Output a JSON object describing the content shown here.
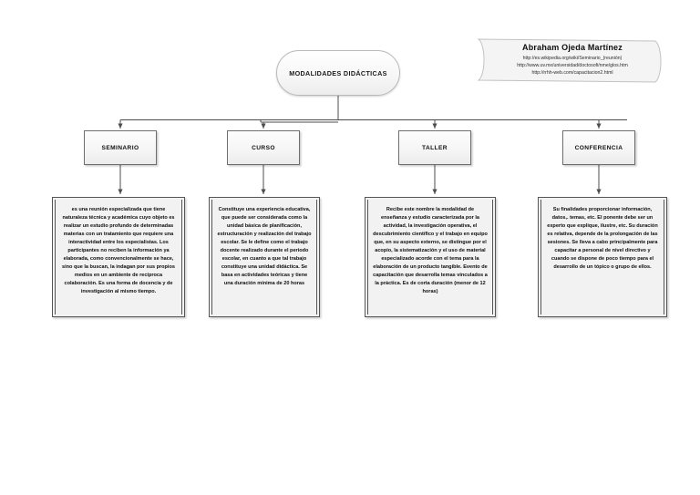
{
  "diagram": {
    "root": {
      "label": "MODALIDADES DIDÁCTICAS"
    },
    "categories": [
      {
        "label": "SEMINARIO"
      },
      {
        "label": "CURSO"
      },
      {
        "label": "TALLER"
      },
      {
        "label": "CONFERENCIA"
      }
    ],
    "descriptions": [
      {
        "for": "SEMINARIO",
        "text": "es una reunión especializada que tiene naturaleza técnica y académica cuyo objeto es realizar un estudio profundo de determinadas materias con un tratamiento que requiere una interactividad entre los especialistas. Los participantes no reciben la información ya elaborada, como convencionalmente se hace, sino que la buscan, la indagan por sus propios medios en un ambiente de recíproca colaboración. Es una forma de docencia y de investigación al mismo tiempo."
      },
      {
        "for": "CURSO",
        "text": "Constituye una experiencia educativa, que puede ser considerada como la unidad básica de planificación, estructuración y realización del trabajo escolar. Se le define como el trabajo docente realizado durante el periodo escolar, en cuanto a que tal trabajo constituye una unidad didáctica. Se basa en actividades teóricas y tiene una duración mínima de 20 horas"
      },
      {
        "for": "TALLER",
        "text": "Recibe este nombre la modalidad de enseñanza y estudio caracterizada por la actividad, la investigación operativa, el descubrimiento científico y el trabajo en equipo que, en su aspecto externo, se distingue por el acopio, la sistematización y el uso de material especializado acorde con el tema para la elaboración de un producto tangible. Evento de capacitación que desarrolla temas vinculados a la práctica. Es de corta duración (menor de 12 horas)"
      },
      {
        "for": "CONFERENCIA",
        "text": "Su finalidades proporcionar información, datos,. temas, etc. El ponente debe ser un experto que explique, ilustre, etc. Su duración es relativa, depende de la prolongación de las sesiones. Se lleva a cabo principalmente para capacitar a personal de nivel directivo y cuando se dispone de poco tiempo para el desarrollo de un tópico o grupo de ellos."
      }
    ]
  },
  "banner": {
    "author": "Abraham Ojeda Martínez",
    "urls": [
      "http://es.wikipedia.org/wiki/Seminario_(reunión)",
      "http://www.uv.mx/universidad/doctosofi/nme/glos.htm",
      "http://rrhh-web.com/capacitacion2.html"
    ]
  },
  "colors": {
    "line": "#4d4d4d",
    "box_border": "#6e6e6e",
    "panel_bg": "#f2f2f2",
    "text": "#0d0d0d"
  }
}
